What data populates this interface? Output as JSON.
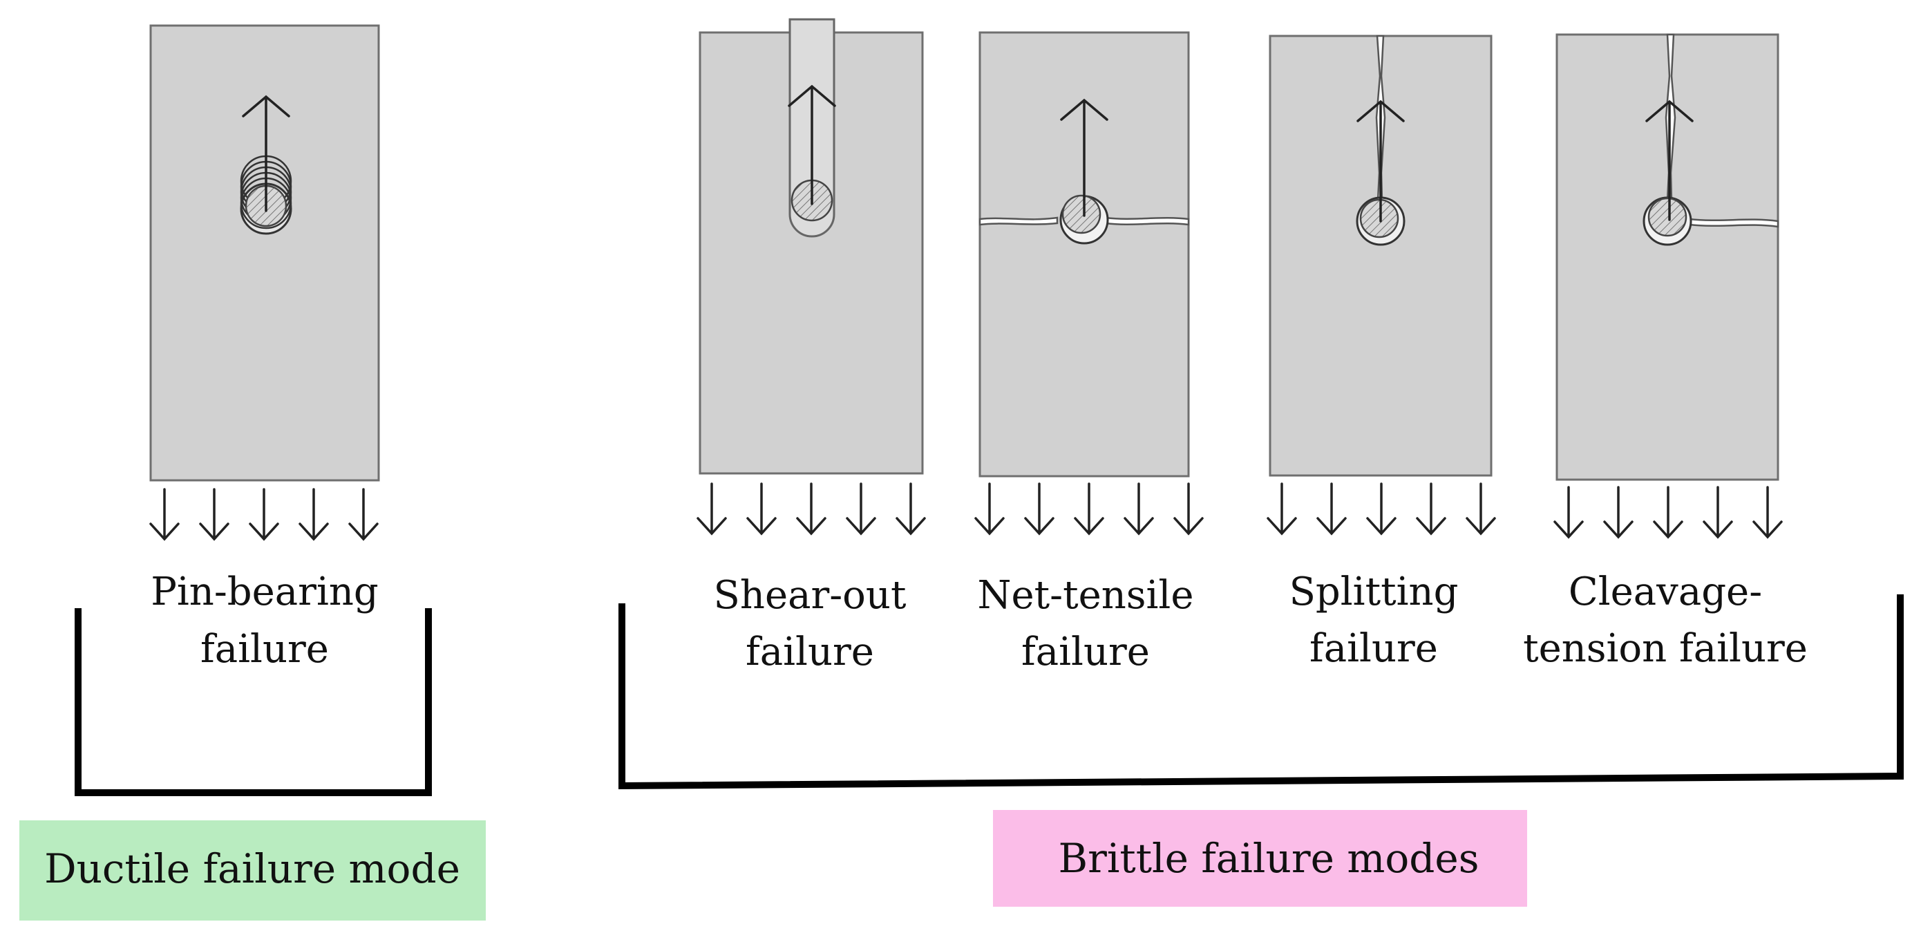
{
  "specimens": {
    "pin_bearing": {
      "line1": "Pin-bearing",
      "line2": "failure"
    },
    "shear_out": {
      "line1": "Shear-out",
      "line2": "failure"
    },
    "net_tensile": {
      "line1": "Net-tensile",
      "line2": "failure"
    },
    "splitting": {
      "line1": "Splitting",
      "line2": "failure"
    },
    "cleavage": {
      "line1": "Cleavage-",
      "line2": "tension failure"
    }
  },
  "modes": {
    "ductile": {
      "label": "Ductile failure mode",
      "color": "#b9ecc0"
    },
    "brittle": {
      "label": "Brittle failure modes",
      "color": "#fbbde8"
    }
  },
  "colors": {
    "plate": "#d1d1d1",
    "plate_edge": "#6f6f6f",
    "ink": "#111111"
  }
}
